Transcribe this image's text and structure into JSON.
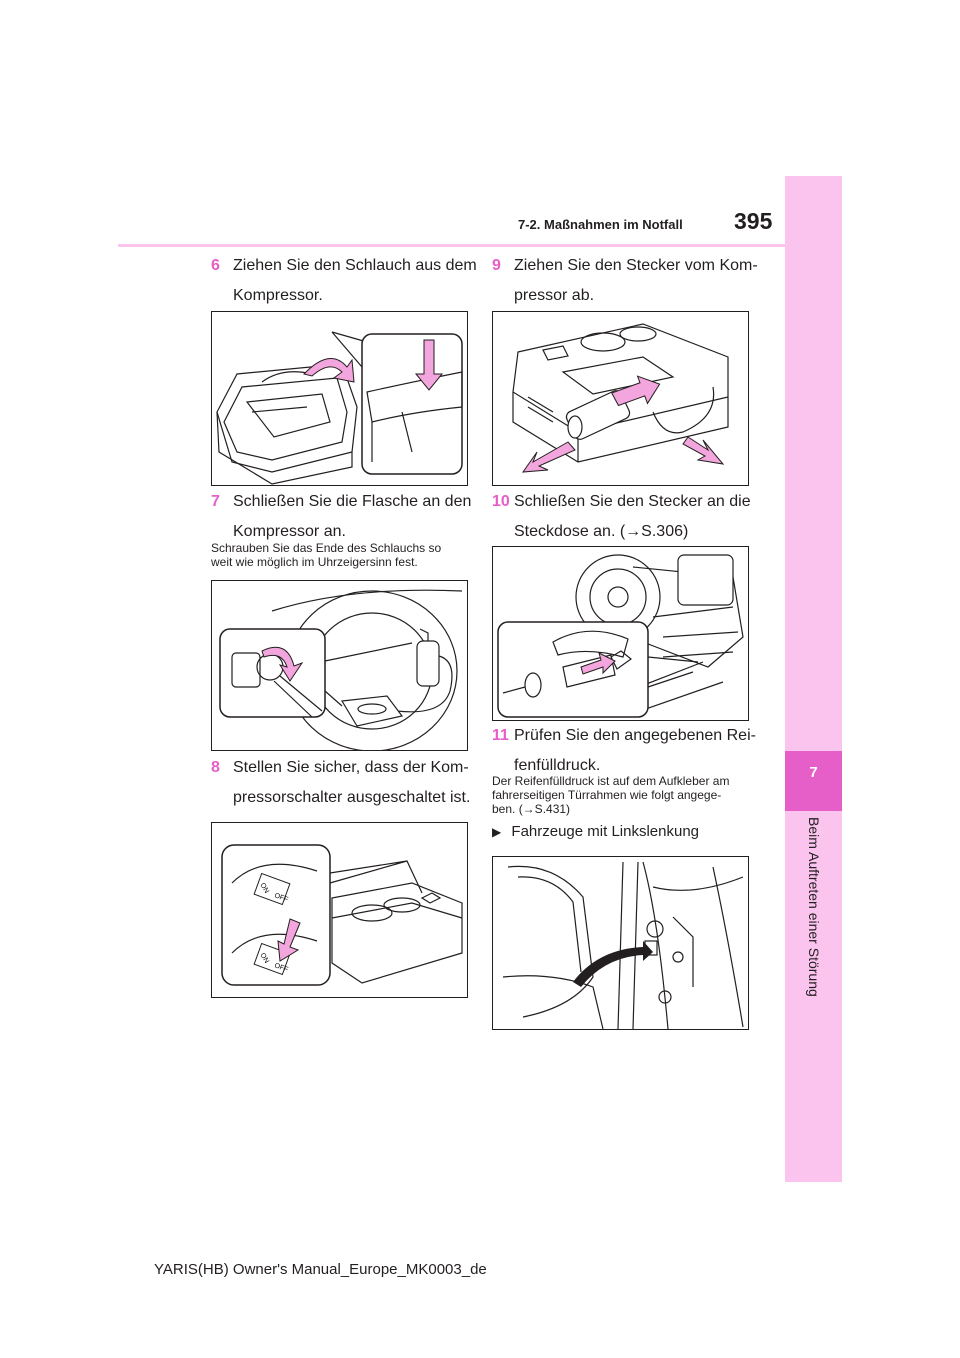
{
  "header": {
    "page_number": "395",
    "section": "7-2. Maßnahmen im Notfall"
  },
  "sidebar": {
    "chapter_number": "7",
    "chapter_title": "Beim Auftreten einer Störung"
  },
  "steps": [
    {
      "num": "6",
      "line1": "Ziehen Sie den Schlauch aus dem",
      "line2": "Kompressor."
    },
    {
      "num": "7",
      "line1": "Schließen Sie die Flasche an den",
      "line2": "Kompressor an.",
      "note_line1": "Schrauben Sie das Ende des Schlauchs so",
      "note_line2": "weit wie möglich im Uhrzeigersinn fest."
    },
    {
      "num": "8",
      "line1": "Stellen Sie sicher, dass der Kom-",
      "line2": "pressorschalter ausgeschaltet ist."
    },
    {
      "num": "9",
      "line1": "Ziehen Sie den Stecker vom Kom-",
      "line2": "pressor ab."
    },
    {
      "num": "10",
      "line1": "Schließen Sie den Stecker an die",
      "line2": "Steckdose an. (→S.306)"
    },
    {
      "num": "11",
      "line1": "Prüfen Sie den angegebenen Rei-",
      "line2": "fenfülldruck.",
      "note_line1": "Der Reifenfülldruck ist auf dem Aufkleber am",
      "note_line2": "fahrerseitigen Türrahmen wie folgt angege-",
      "note_line3": "ben. (→S.431)"
    }
  ],
  "bullet": {
    "icon": "triangle-bullet-icon",
    "text": "Fahrzeuge mit Linkslenkung"
  },
  "switch_labels": {
    "on": "ON",
    "off": "OFF"
  },
  "footer": "YARIS(HB) Owner's Manual_Europe_MK0003_de",
  "colors": {
    "accent": "#e65fc9",
    "sidebar": "#fbc4ef",
    "arrow": "#f3a6dd"
  }
}
